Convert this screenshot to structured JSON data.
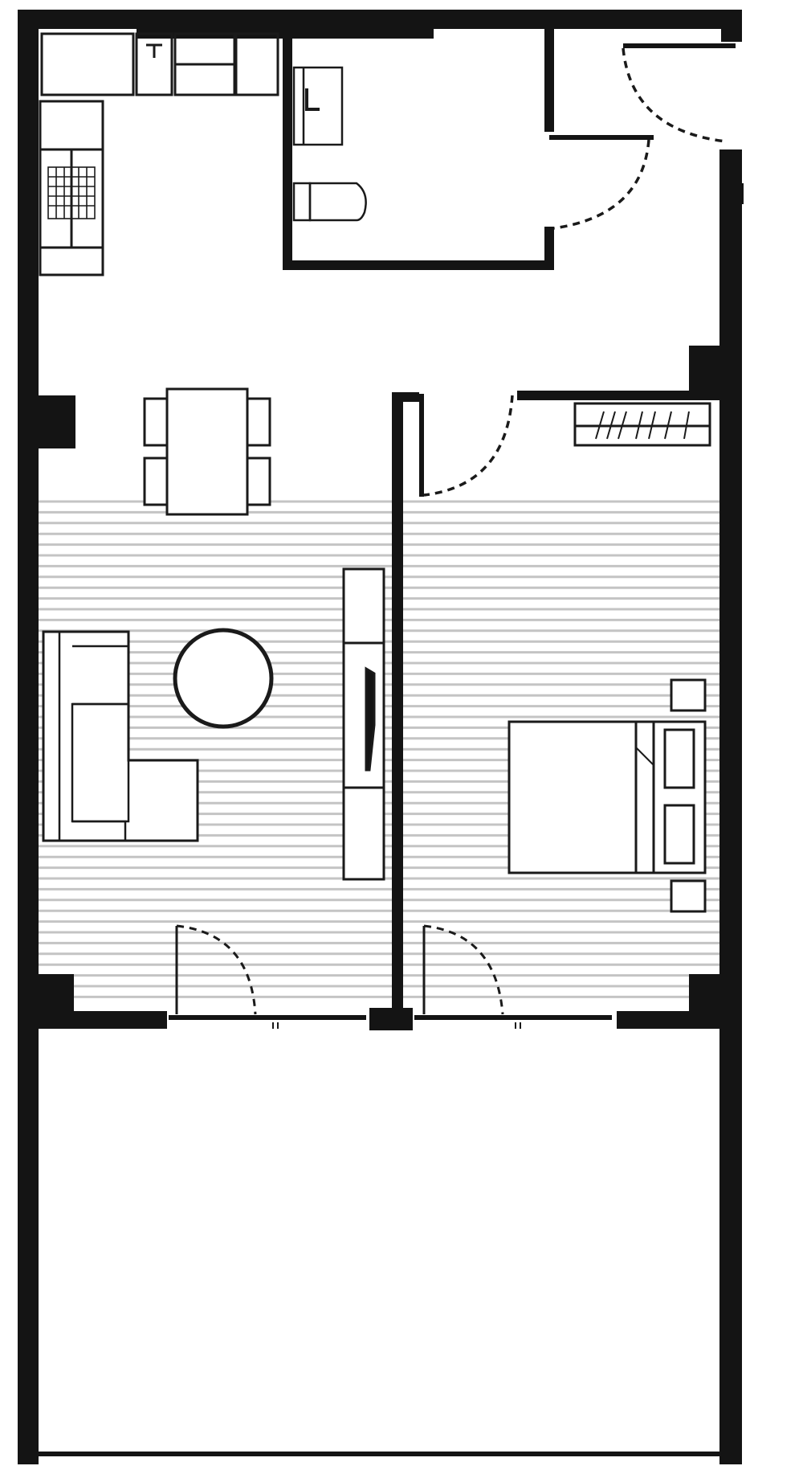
{
  "colors": {
    "wall": "#141414",
    "line": "#1a1a1a",
    "floor_hatch": "#c4c4c4",
    "background": "#ffffff"
  },
  "rooms": [
    "kitchen",
    "bathroom",
    "entry",
    "dining",
    "living-room",
    "bedroom",
    "balcony"
  ],
  "furniture": {
    "kitchen": [
      "counter",
      "sink",
      "cooktop",
      "refrigerator"
    ],
    "bathroom": [
      "vanity-sink",
      "toilet"
    ],
    "dining": [
      "dining-table",
      "chair",
      "chair",
      "chair",
      "chair"
    ],
    "living_room": [
      "l-shaped-sofa",
      "round-coffee-table",
      "tv-unit"
    ],
    "bedroom": [
      "double-bed",
      "pillow",
      "pillow",
      "nightstand",
      "nightstand",
      "wardrobe"
    ]
  },
  "doors": [
    "entry-door",
    "bathroom-door",
    "bedroom-door",
    "living-balcony-door",
    "bedroom-balcony-door"
  ],
  "hatch": {
    "style": "horizontal-lines"
  }
}
